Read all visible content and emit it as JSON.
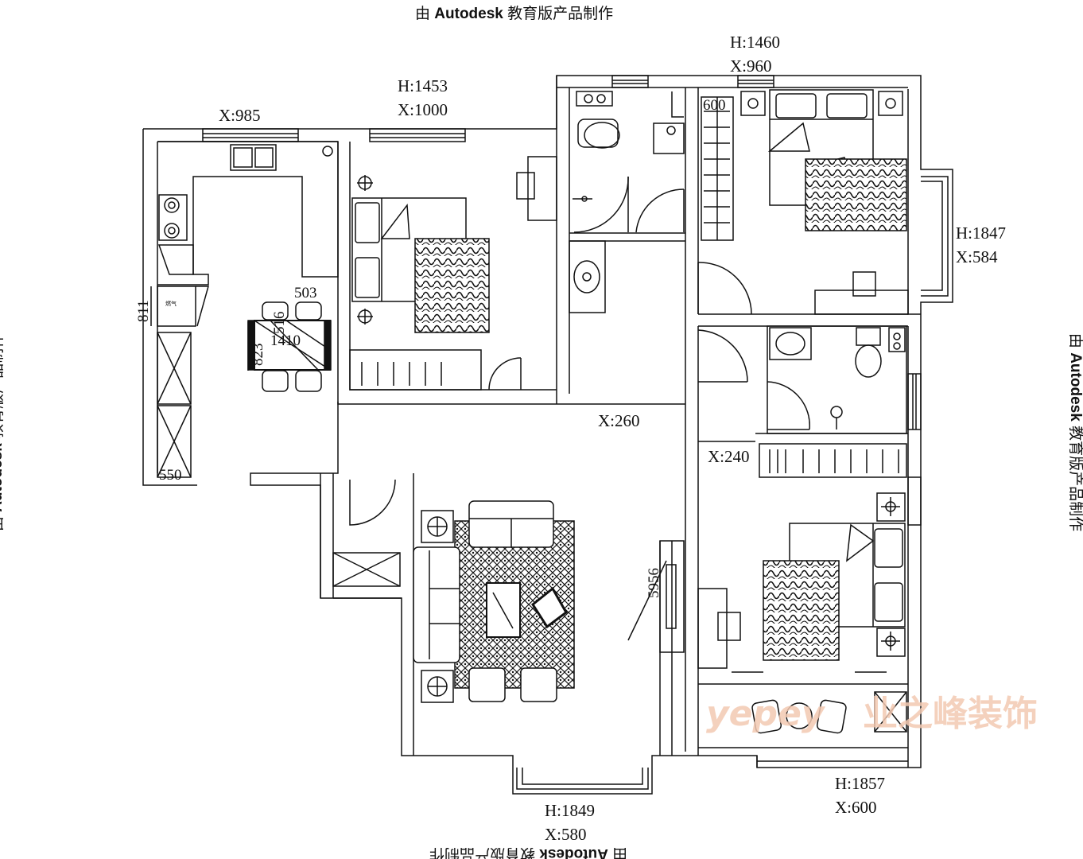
{
  "watermark": {
    "prefix": "由",
    "brand": "Autodesk",
    "suffix": "教育版产品制作"
  },
  "dimensions": {
    "kitchen_window_x": "X:985",
    "bedroom1_window_h": "H:1453",
    "bedroom1_window_x": "X:1000",
    "master_window_h": "H:1460",
    "master_window_x": "X:960",
    "wardrobe_600": "600",
    "east_window_h": "H:1847",
    "east_window_x": "X:584",
    "kitchen_811": "811",
    "dining_503": "503",
    "dining_516": "516",
    "dining_823": "823",
    "dining_1410": "1410",
    "hall_x260": "X:260",
    "bedroom3_x240": "X:240",
    "cabinet_550": "550",
    "living_5956": "5956",
    "living_window_h": "H:1849",
    "living_window_x": "X:580",
    "balcony_window_h": "H:1857",
    "balcony_window_x": "X:600"
  },
  "logo": {
    "latin": "yepey",
    "cn": "业之峰装饰"
  },
  "icons": {
    "kitchen_hood_label": "燃气"
  }
}
